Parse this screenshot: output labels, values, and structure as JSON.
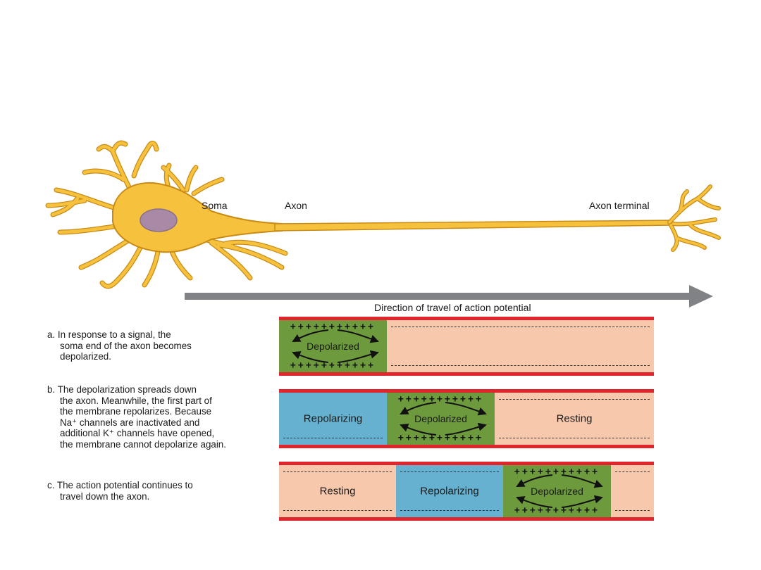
{
  "labels": {
    "soma": "Soma",
    "axon": "Axon",
    "axon_terminal": "Axon terminal",
    "direction": "Direction of travel of action potential"
  },
  "descriptions": {
    "a": {
      "first_line": "a. In response to a signal, the",
      "rest_lines": [
        "soma end of the axon becomes",
        "depolarized."
      ]
    },
    "b": {
      "first_line": "b. The depolarization spreads down",
      "rest_lines": [
        "the axon. Meanwhile, the first part of",
        "the membrane repolarizes. Because",
        "Na⁺ channels are inactivated and",
        "additional K⁺ channels have opened,",
        "the membrane cannot depolarize again."
      ]
    },
    "c": {
      "first_line": "c. The action potential continues to",
      "rest_lines": [
        "travel down the axon."
      ]
    }
  },
  "segments": {
    "depolarized": "Depolarized",
    "repolarizing": "Repolarizing",
    "resting": "Resting"
  },
  "colors": {
    "neuron_fill": "#f6c23e",
    "neuron_stroke": "#c98a14",
    "nucleus": "#a98aa6",
    "arrow": "#808285",
    "membrane": "#e0262c",
    "resting": "#f8c8ad",
    "repolarizing": "#66b1cf",
    "depolarized": "#6d9a3c"
  },
  "plus_row": "+++++++++++"
}
